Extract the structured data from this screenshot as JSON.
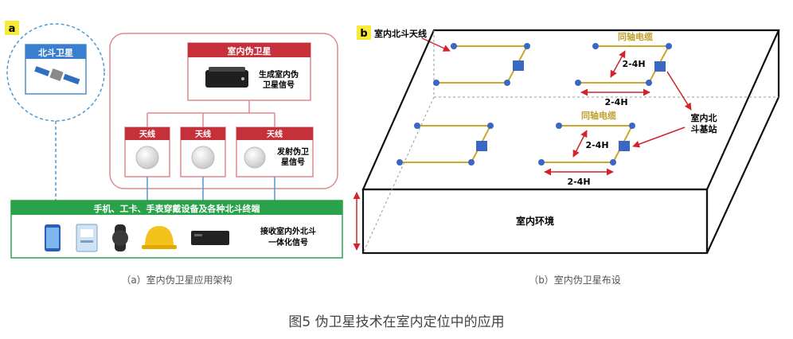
{
  "panel_a": {
    "tag": "a",
    "satellite_label": "北斗卫星",
    "pseudo_title": "室内伪卫星",
    "gen_signal": [
      "生成室内伪",
      "卫星信号"
    ],
    "antenna_label": "天线",
    "emit_signal": [
      "发射伪卫",
      "星信号"
    ],
    "terminals_title": "手机、工卡、手表穿戴设备及各种北斗终端",
    "receive_signal": [
      "接收室内外北斗",
      "一体化信号"
    ],
    "caption": "（a）室内伪卫星应用架构"
  },
  "panel_b": {
    "tag": "b",
    "antenna_label": "室内北斗天线",
    "coax_label": "同轴电缆",
    "dist_label": "2-4H",
    "base_station": [
      "室内北",
      "斗基站"
    ],
    "environment": "室内环境",
    "caption": "（b）室内伪卫星布设"
  },
  "figure_caption": "图5   伪卫星技术在室内定位中的应用",
  "colors": {
    "green": "#2aa24a",
    "red_box": "#c6303a",
    "border_pink": "#e08890",
    "yellow_tag": "#f6ea3b",
    "blue": "#3a66c4",
    "cable": "#c9a82c",
    "arrow_red": "#d2232a",
    "coax_text": "#c0a02a"
  }
}
